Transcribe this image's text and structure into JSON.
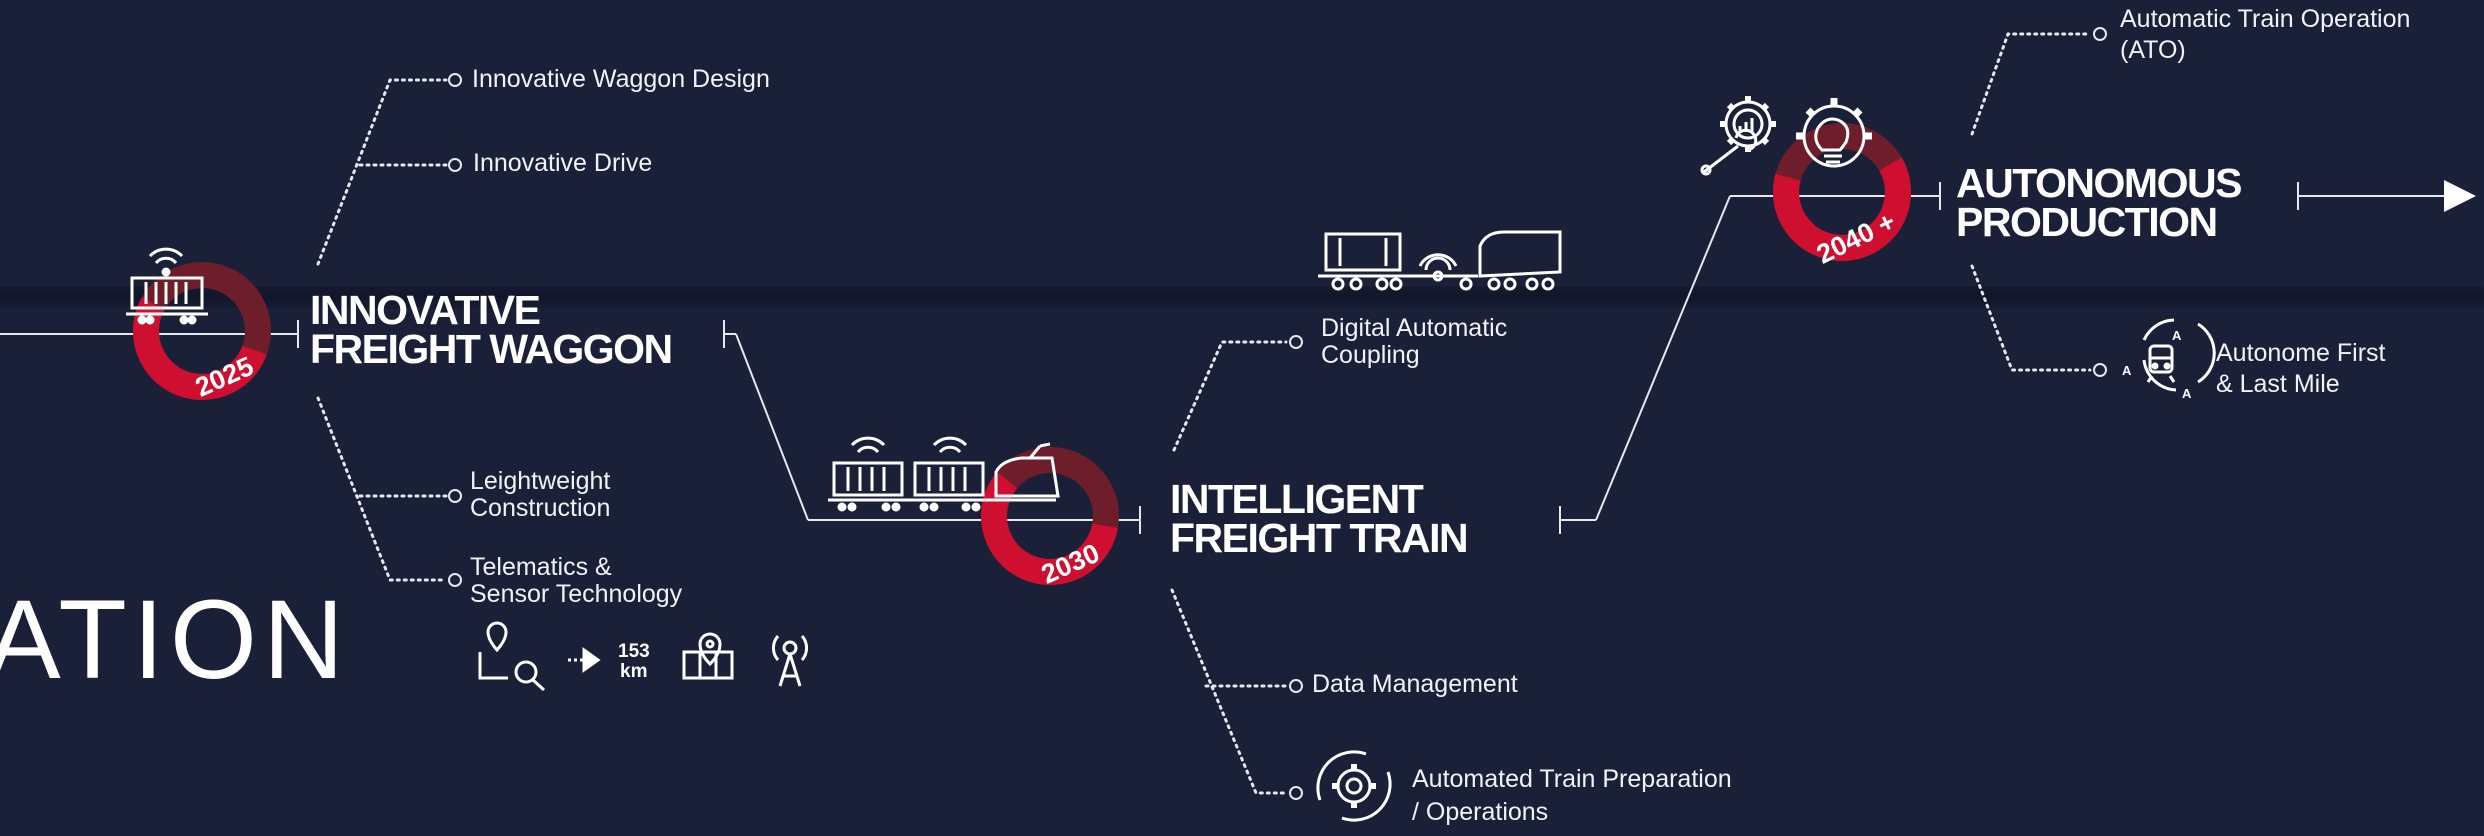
{
  "title_fragment": "ATION",
  "stages": [
    {
      "year": "2025",
      "title_line1": "INNOVATIVE",
      "title_line2": "FREIGHT WAGGON",
      "features": [
        {
          "label": "Innovative Waggon Design"
        },
        {
          "label": "Innovative Drive"
        },
        {
          "label": "Leightweight",
          "label2": "Construction"
        },
        {
          "label": "Telematics &",
          "label2": "Sensor Technology"
        }
      ],
      "km_label": "153",
      "km_unit": "km"
    },
    {
      "year": "2030",
      "title_line1": "INTELLIGENT",
      "title_line2": "FREIGHT TRAIN",
      "features": [
        {
          "label": "Digital Automatic",
          "label2": "Coupling"
        },
        {
          "label": "Data Management"
        },
        {
          "label": "Automated Train Preparation",
          "label2": "/ Operations"
        }
      ]
    },
    {
      "year": "2040 +",
      "title_line1": "AUTONOMOUS",
      "title_line2": "PRODUCTION",
      "features": [
        {
          "label": "Automatic Train Operation",
          "label2": "(ATO)"
        },
        {
          "label": "Autonome First",
          "label2": "& Last Mile"
        }
      ],
      "cycle_letter": "A"
    }
  ],
  "colors": {
    "background": "#1b2039",
    "ring_red": "#cf0f2f",
    "ring_dark": "#6e1d2b",
    "line": "#e6e8ee"
  }
}
